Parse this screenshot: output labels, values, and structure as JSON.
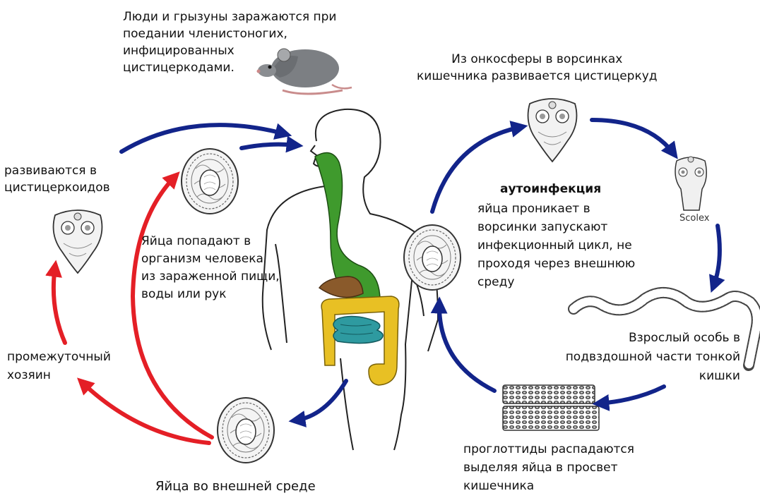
{
  "labels": {
    "rodent_infection": "Люди и грызуны заражаются при\nпоедании членистоногих,\nинфицированных\nцистицеркодами.",
    "oncosphere_development": "Из онкосферы в ворсинках\nкишечника развивается цистицеркуд",
    "develop_cysticercoids": "развиваются в\nцистицеркоидов",
    "autoinfection_title": "аутоинфекция",
    "autoinfection_text": "яйца  проникает в\nворсинки запускают\nинфекционный цикл, не\nпроходя через внешнюю\nсреду",
    "eggs_enter_human": "Яйца попадают в\nорганизм человека\nиз зараженной пищи,\nводы или рук",
    "scolex": "Scolex",
    "adult_worm": "Взрослый особь в\nподвздошной части тонкой\nкишки",
    "intermediate_host": "промежуточный\n хозяин",
    "proglottids": "проглоттиды распадаются\nвыделяя яйца в просвет\nкишечника",
    "eggs_environment": "Яйца во внешней среде"
  },
  "colors": {
    "arrow_blue": "#12248a",
    "arrow_red": "#e41f26",
    "esophagus_green": "#3f9a2d",
    "liver_brown": "#8a5a2b",
    "colon_yellow": "#e8c024",
    "small_intestine_teal": "#2e9aa0"
  }
}
